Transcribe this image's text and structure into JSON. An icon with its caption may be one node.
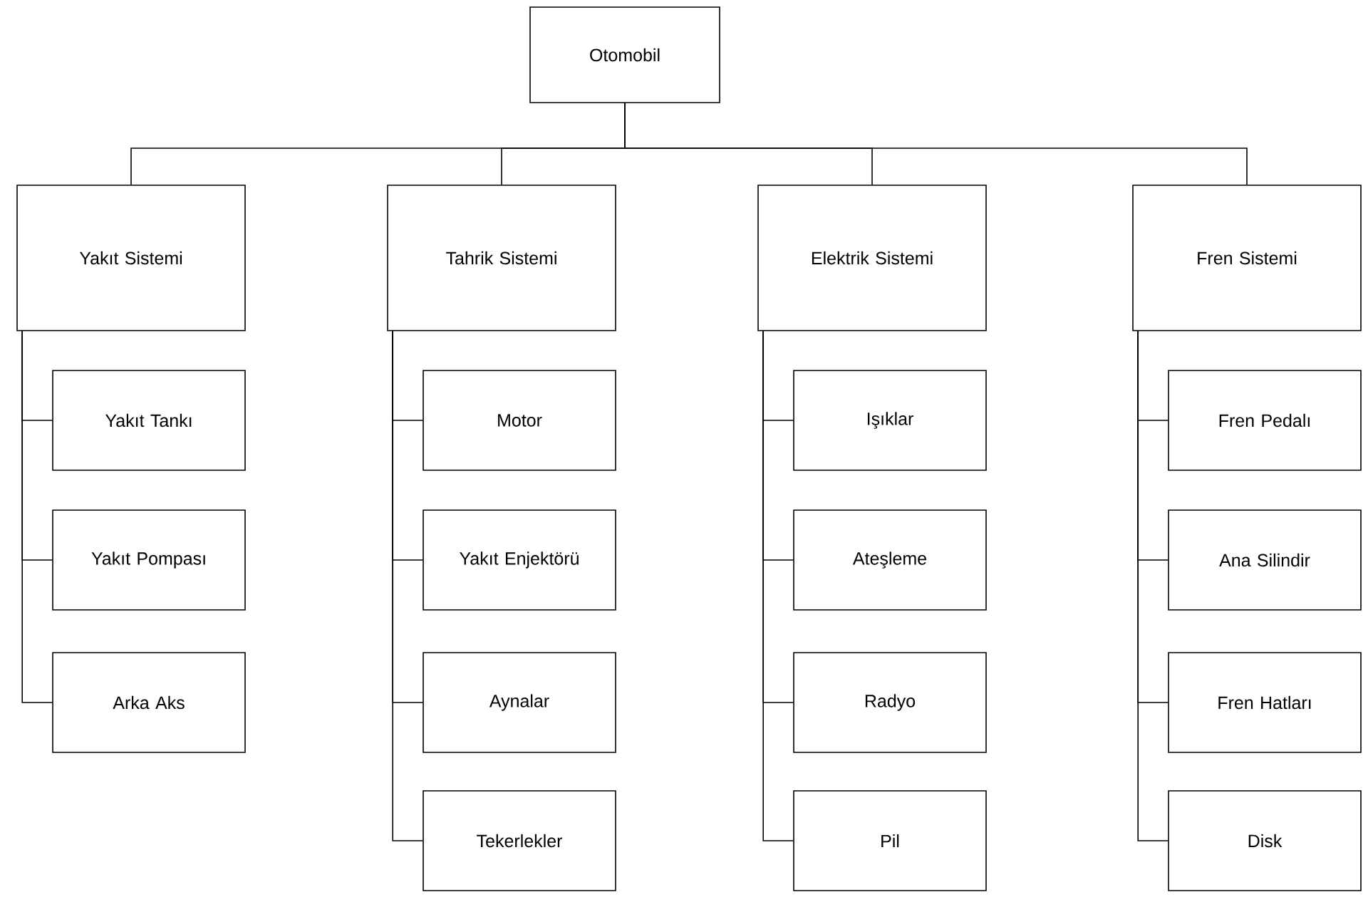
{
  "diagram": {
    "nodes": [
      {
        "text": [
          "Otomobil"
        ]
      },
      {
        "text": [
          "Yakıt Sistemi"
        ]
      },
      {
        "text": [
          "Yakıt Tankı"
        ]
      },
      {
        "text": [
          "Yakıt Pompası"
        ]
      },
      {
        "text": [
          "Arka Aks"
        ]
      },
      {
        "text": [
          "Tahrik Sistemi"
        ]
      },
      {
        "text": [
          "Motor"
        ]
      },
      {
        "text": [
          "Yakıt Enjektörü"
        ]
      },
      {
        "text": [
          "Aynalar"
        ]
      },
      {
        "text": [
          "Tekerlekler"
        ]
      },
      {
        "text": [
          "Elektrik Sistemi"
        ]
      },
      {
        "text": [
          "Işıklar"
        ]
      },
      {
        "text": [
          "Ateşleme"
        ]
      },
      {
        "text": [
          "Radyo"
        ]
      },
      {
        "text": [
          "Pil"
        ]
      },
      {
        "text": [
          "Fren Sistemi"
        ]
      },
      {
        "text": [
          "Fren Pedalı"
        ]
      },
      {
        "text": [
          "Ana Silindir"
        ]
      },
      {
        "text": [
          "Fren Hatları"
        ]
      },
      {
        "text": [
          "Disk"
        ]
      }
    ],
    "edges": [
      {
        "from": 0,
        "to": 1,
        "arrow": "none"
      },
      {
        "from": 0,
        "to": 5,
        "arrow": "none"
      },
      {
        "from": 0,
        "to": 10,
        "arrow": "none"
      },
      {
        "from": 0,
        "to": 15,
        "arrow": "none"
      },
      {
        "from": 1,
        "to": 2,
        "arrow": "none"
      },
      {
        "from": 1,
        "to": 3,
        "arrow": "none"
      },
      {
        "from": 1,
        "to": 4,
        "arrow": "none"
      },
      {
        "from": 5,
        "to": 6,
        "arrow": "none"
      },
      {
        "from": 5,
        "to": 7,
        "arrow": "none"
      },
      {
        "from": 5,
        "to": 8,
        "arrow": "none"
      },
      {
        "from": 5,
        "to": 9,
        "arrow": "none"
      },
      {
        "from": 10,
        "to": 11,
        "arrow": "none"
      },
      {
        "from": 10,
        "to": 12,
        "arrow": "none"
      },
      {
        "from": 10,
        "to": 13,
        "arrow": "none"
      },
      {
        "from": 10,
        "to": 14,
        "arrow": "none"
      },
      {
        "from": 15,
        "to": 16,
        "arrow": "none"
      },
      {
        "from": 15,
        "to": 17,
        "arrow": "none"
      },
      {
        "from": 15,
        "to": 18,
        "arrow": "none"
      },
      {
        "from": 15,
        "to": 19,
        "arrow": "none"
      }
    ]
  }
}
